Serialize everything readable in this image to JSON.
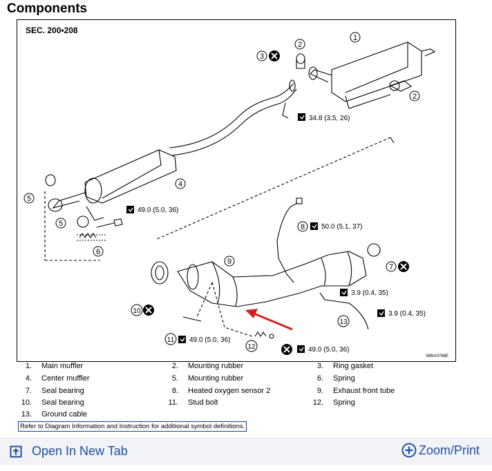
{
  "heading": "Components",
  "diagram": {
    "section_label": "SEC. 200•208",
    "code": "WBIA0768E",
    "torque_values": [
      "34.8 (3.5, 26)",
      "49.0 (5.0, 36)",
      "50.0 (5.1, 37)",
      "3.9 (0.4, 35)",
      "3.9 (0.4, 35)",
      "49.0 (5.0, 36)",
      "49.0 (5.0, 36)"
    ],
    "callout_numbers": [
      "1",
      "2",
      "2",
      "3",
      "4",
      "5",
      "5",
      "6",
      "7",
      "8",
      "9",
      "10",
      "11",
      "12",
      "13"
    ],
    "arrow_color": "#d42020"
  },
  "legend": [
    {
      "num": "1.",
      "label": "Main muffler"
    },
    {
      "num": "2.",
      "label": "Mounting rubber"
    },
    {
      "num": "3.",
      "label": "Ring gasket"
    },
    {
      "num": "4.",
      "label": "Center muffler"
    },
    {
      "num": "5.",
      "label": "Mounting rubber"
    },
    {
      "num": "6.",
      "label": "Spring"
    },
    {
      "num": "7.",
      "label": "Seal bearing"
    },
    {
      "num": "8.",
      "label": "Heated oxygen sensor 2"
    },
    {
      "num": "9.",
      "label": "Exhaust front tube"
    },
    {
      "num": "10.",
      "label": "Seal bearing"
    },
    {
      "num": "11.",
      "label": "Stud bolt"
    },
    {
      "num": "12.",
      "label": "Spring"
    },
    {
      "num": "13.",
      "label": "Ground cable"
    }
  ],
  "note": "Refer to Diagram Information and Instruction for additional symbol definitions.",
  "actions": {
    "open_tab": "Open In New Tab",
    "zoom_print": "Zoom/Print",
    "open_tab_icon": "open-external-icon",
    "zoom_icon": "zoom-plus-icon",
    "link_color": "#1f4ea3"
  }
}
